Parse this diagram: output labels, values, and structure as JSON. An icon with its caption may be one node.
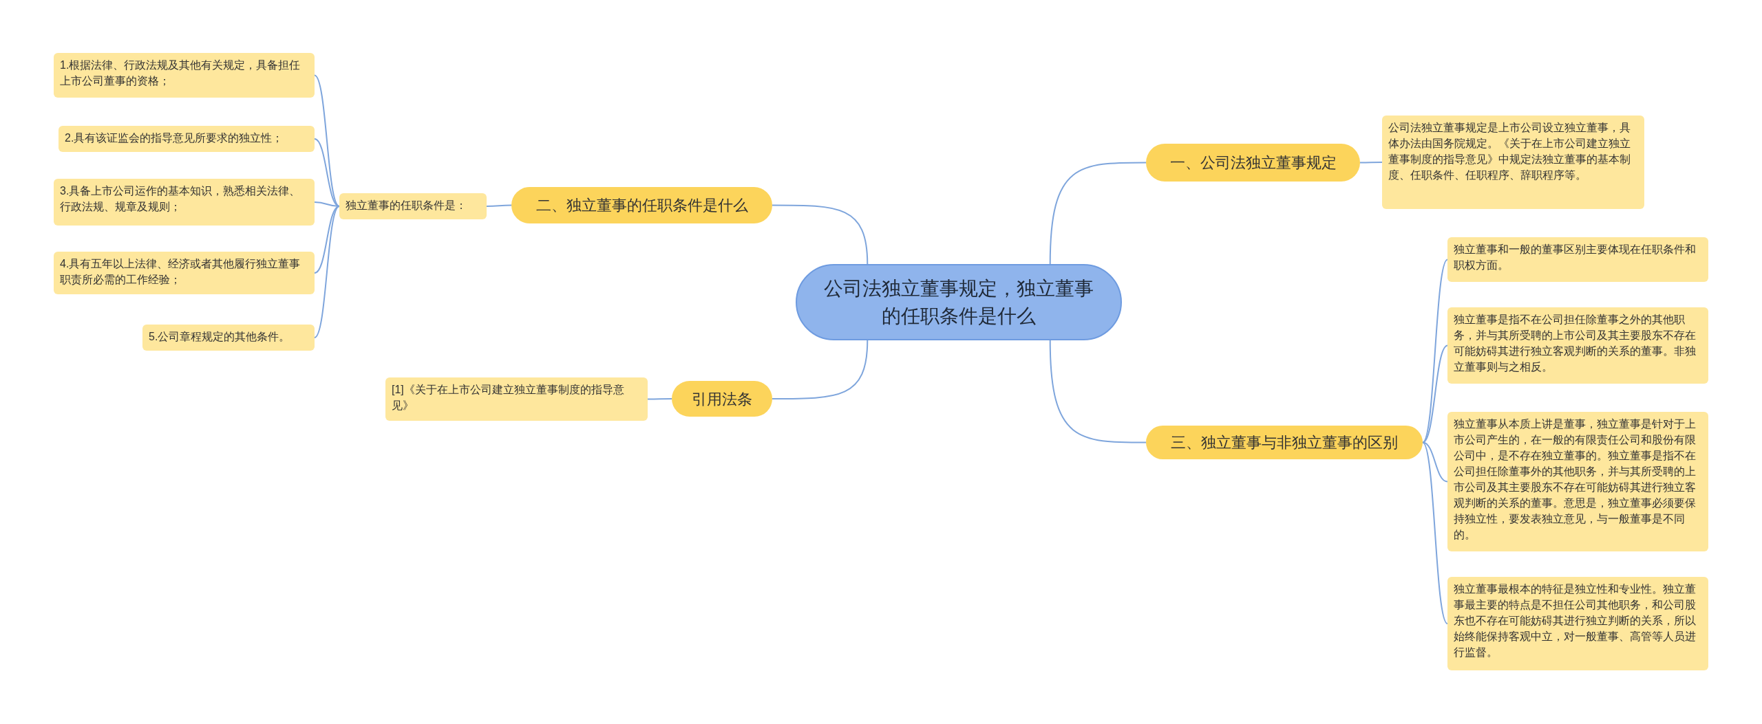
{
  "diagram": {
    "nodes": [
      {
        "text": [
          "公司法独立董事规定，独立董事的任职条件是什么"
        ]
      },
      {
        "text": [
          "一、公司法独立董事规定"
        ]
      },
      {
        "text": [
          "公司法独立董事规定是上市公司设立独立董事，具体办法由国务院规定。《关于在上市公司建立独立董事制度的指导意见》中规定法独立董事的基本制度、任职条件、任职程序、辞职程序等。"
        ]
      },
      {
        "text": [
          "二、独立董事的任职条件是什么"
        ]
      },
      {
        "text": [
          "独立董事的任职条件是："
        ]
      },
      {
        "text": [
          "1.根据法律、行政法规及其他有关规定，具备担任上市公司董事的资格；"
        ]
      },
      {
        "text": [
          "2.具有该证监会的指导意见所要求的独立性；"
        ]
      },
      {
        "text": [
          "3.具备上市公司运作的基本知识，熟悉相关法律、行政法规、规章及规则；"
        ]
      },
      {
        "text": [
          "4.具有五年以上法律、经济或者其他履行独立董事职责所必需的工作经验；"
        ]
      },
      {
        "text": [
          "5.公司章程规定的其他条件。"
        ]
      },
      {
        "text": [
          "引用法条"
        ]
      },
      {
        "text": [
          "[1]《关于在上市公司建立独立董事制度的指导意见》"
        ]
      },
      {
        "text": [
          "三、独立董事与非独立董事的区别"
        ]
      },
      {
        "text": [
          "独立董事和一般的董事区别主要体现在任职条件和职权方面。"
        ]
      },
      {
        "text": [
          "独立董事是指不在公司担任除董事之外的其他职务，并与其所受聘的上市公司及其主要股东不存在可能妨碍其进行独立客观判断的关系的董事。非独立董事则与之相反。"
        ]
      },
      {
        "text": [
          "独立董事从本质上讲是董事，独立董事是针对于上市公司产生的，在一般的有限责任公司和股份有限公司中，是不存在独立董事的。独立董事是指不在公司担任除董事外的其他职务，并与其所受聘的上市公司及其主要股东不存在可能妨碍其进行独立客观判断的关系的董事。意思是，独立董事必须要保持独立性，要发表独立意见，与一般董事是不同的。"
        ]
      },
      {
        "text": [
          "独立董事最根本的特征是独立性和专业性。独立董事最主要的特点是不担任公司其他职务，和公司股东也不存在可能妨碍其进行独立判断的关系，所以始终能保持客观中立，对一般董事、高管等人员进行监督。"
        ]
      }
    ],
    "edges": [
      {
        "from": 0,
        "to": 1,
        "arrow": "none"
      },
      {
        "from": 1,
        "to": 2,
        "arrow": "none"
      },
      {
        "from": 0,
        "to": 3,
        "arrow": "none"
      },
      {
        "from": 3,
        "to": 4,
        "arrow": "none"
      },
      {
        "from": 4,
        "to": 5,
        "arrow": "none"
      },
      {
        "from": 4,
        "to": 6,
        "arrow": "none"
      },
      {
        "from": 4,
        "to": 7,
        "arrow": "none"
      },
      {
        "from": 4,
        "to": 8,
        "arrow": "none"
      },
      {
        "from": 4,
        "to": 9,
        "arrow": "none"
      },
      {
        "from": 0,
        "to": 10,
        "arrow": "none"
      },
      {
        "from": 10,
        "to": 11,
        "arrow": "none"
      },
      {
        "from": 0,
        "to": 12,
        "arrow": "none"
      },
      {
        "from": 12,
        "to": 13,
        "arrow": "none"
      },
      {
        "from": 12,
        "to": 14,
        "arrow": "none"
      },
      {
        "from": 12,
        "to": 15,
        "arrow": "none"
      },
      {
        "from": 12,
        "to": 16,
        "arrow": "none"
      }
    ]
  }
}
